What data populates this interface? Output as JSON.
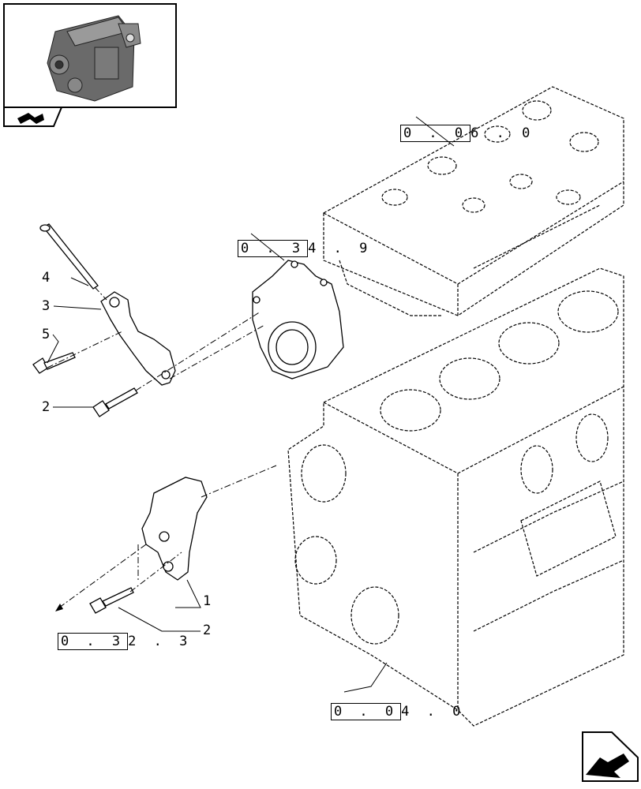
{
  "thumbnail": {
    "icon": "engine-thumbnail-icon",
    "nav_icon": "nav-back-icon"
  },
  "corner_nav": {
    "icon": "next-page-arrow-icon"
  },
  "refs": [
    {
      "id": "ref-060",
      "boxed": "0 . 0",
      "tail": "6 . 0"
    },
    {
      "id": "ref-349",
      "boxed": "0 . 3",
      "tail": "4 . 9"
    },
    {
      "id": "ref-323",
      "boxed": "0 . 3",
      "tail": "2 . 3"
    },
    {
      "id": "ref-040",
      "boxed": "0 . 0",
      "tail": "4 . 0"
    }
  ],
  "callouts": {
    "c4": "4",
    "c3": "3",
    "c5": "5",
    "c2a": "2",
    "c1": "1",
    "c2b": "2"
  }
}
